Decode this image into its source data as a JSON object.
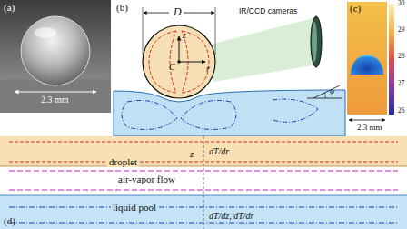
{
  "diagram": {
    "nodes": [
      {
        "text": [
          "droplet"
        ]
      },
      {
        "text": [
          "air-vapor flow"
        ]
      },
      {
        "text": [
          "liquid pool"
        ]
      }
    ],
    "labels": [
      "(a)",
      "2.3 mm",
      "(b)",
      "D",
      "z",
      "C",
      "r",
      "IR/CCD cameras",
      "φ",
      "(c)",
      "30",
      "29",
      "28",
      "27",
      "26",
      "2.3 mm",
      "(d)",
      "z",
      "dT/dr",
      "dT/dz, dT/dr"
    ]
  }
}
